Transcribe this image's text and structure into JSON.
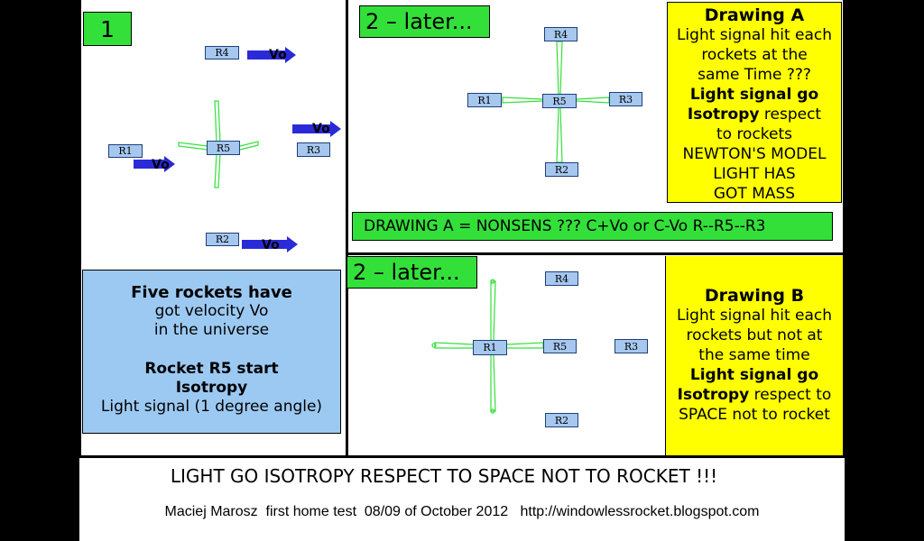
{
  "panel1": {
    "number": "1",
    "rockets": {
      "r1": "R1",
      "r2": "R2",
      "r3": "R3",
      "r4": "R4",
      "r5": "R5"
    },
    "velocity_label": "Vo"
  },
  "panel2": {
    "title": "2 – later...",
    "rockets": {
      "r1": "R1",
      "r2": "R2",
      "r3": "R3",
      "r4": "R4",
      "r5": "R5"
    }
  },
  "panel3": {
    "title": "2 – later...",
    "rockets": {
      "r1": "R1",
      "r2": "R2",
      "r3": "R3",
      "r4": "R4",
      "r5": "R5"
    }
  },
  "drawing_a": {
    "title": "Drawing A",
    "line1": "Light signal hit each",
    "line2": "rockets at the",
    "line3": "same Time ???",
    "line4": "Light signal go",
    "line5_bold": "Isotropy",
    "line5_rest": " respect",
    "line6": "to rockets",
    "line7": "NEWTON'S MODEL",
    "line8": "LIGHT HAS",
    "line9": "GOT MASS"
  },
  "nonsens_banner": "DRAWING A = NONSENS ??? C+Vo or C-Vo   R--R5--R3",
  "drawing_b": {
    "title": "Drawing B",
    "line1": "Light signal hit each",
    "line2": "rockets  but not at",
    "line3": "the same time",
    "line4": "Light signal go",
    "line5_bold": "Isotropy",
    "line5_rest": " respect to",
    "line6": "SPACE not to rocket"
  },
  "info_box": {
    "title": "Five rockets have",
    "line1": "got velocity Vo",
    "line2": "in the universe",
    "line3": "Rocket R5 start",
    "line4": "Isotropy",
    "line5": "Light signal (1 degree angle)"
  },
  "footer": {
    "headline": "LIGHT GO ISOTROPY RESPECT TO SPACE NOT TO ROCKET !!!",
    "credit": "Maciej Marosz  first home test  08/09 of October 2012   http://windowlessrocket.blogspot.com"
  },
  "colors": {
    "rocket_fill": "#a6c8ef",
    "signal": "#33e03a",
    "arrow": "#2a2ad8",
    "yellow_box": "#ffff00",
    "blue_box": "#9cc9f2",
    "label_green": "#33e03a"
  }
}
